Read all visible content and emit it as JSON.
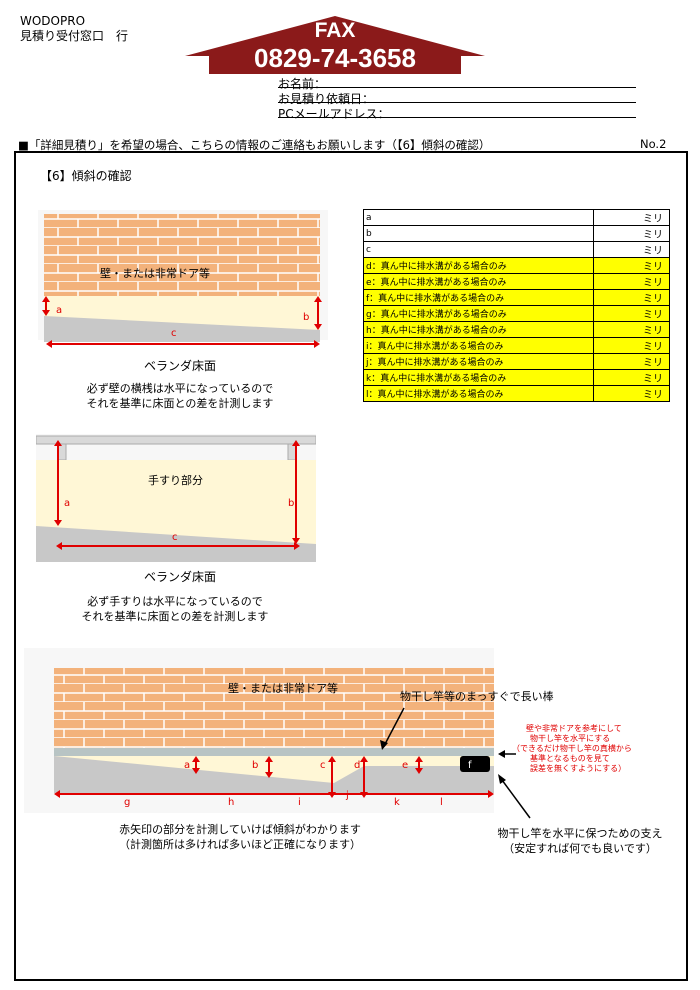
{
  "header": {
    "company": "WODOPRO",
    "recipient": "見積り受付窓口　行",
    "fax_label": "FAX",
    "fax_number": "0829-74-3658"
  },
  "form": {
    "name_label": "お名前：",
    "date_label": "お見積り依頼日：",
    "email_label": "PCメールアドレス："
  },
  "intro": "■「詳細見積り」を希望の場合、こちらの情報のご連絡もお願いします（【6】傾斜の確認）",
  "page_no": "No.2",
  "section_title": "【6】傾斜の確認",
  "diagram1": {
    "wall_label": "壁・または非常ドア等",
    "a": "a",
    "b": "b",
    "c": "c",
    "caption": "ベランダ床面",
    "note_line1": "必ず壁の横桟は水平になっているので",
    "note_line2": "それを基準に床面との差を計測します"
  },
  "diagram2": {
    "rail_label": "手すり部分",
    "a": "a",
    "b": "b",
    "c": "c",
    "caption": "ベランダ床面",
    "note_line1": "必ず手すりは水平になっているので",
    "note_line2": "それを基準に床面との差を計測します"
  },
  "diagram3": {
    "wall_label": "壁・または非常ドア等",
    "pole_label": "物干し竿等のまっすぐで長い棒",
    "red_note_line1": "壁や非常ドアを参考にして",
    "red_note_line2": "物干し竿を水平にする",
    "red_note_line3": "（できるだけ物干し竿の真横から",
    "red_note_line4": "基準となるものを見て",
    "red_note_line5": "誤差を無くすようにする）",
    "support_line1": "物干し竿を水平に保つための支え",
    "support_line2": "（安定すれば何でも良いです）",
    "bottom_line1": "赤矢印の部分を計測していけば傾斜がわかります",
    "bottom_line2": "（計測箇所は多ければ多いほど正確になります）",
    "letters": {
      "a": "a",
      "b": "b",
      "c": "c",
      "d": "d",
      "e": "e",
      "f": "f",
      "g": "g",
      "h": "h",
      "i": "i",
      "j": "j",
      "k": "k",
      "l": "l"
    }
  },
  "measure_table": [
    {
      "label": "a",
      "unit": "ミリ",
      "highlight": false
    },
    {
      "label": "b",
      "unit": "ミリ",
      "highlight": false
    },
    {
      "label": "c",
      "unit": "ミリ",
      "highlight": false
    },
    {
      "label": "d：真ん中に排水溝がある場合のみ",
      "unit": "ミリ",
      "highlight": true
    },
    {
      "label": "e：真ん中に排水溝がある場合のみ",
      "unit": "ミリ",
      "highlight": true
    },
    {
      "label": "f：真ん中に排水溝がある場合のみ",
      "unit": "ミリ",
      "highlight": true
    },
    {
      "label": "g：真ん中に排水溝がある場合のみ",
      "unit": "ミリ",
      "highlight": true
    },
    {
      "label": "h：真ん中に排水溝がある場合のみ",
      "unit": "ミリ",
      "highlight": true
    },
    {
      "label": "i：真ん中に排水溝がある場合のみ",
      "unit": "ミリ",
      "highlight": true
    },
    {
      "label": "j：真ん中に排水溝がある場合のみ",
      "unit": "ミリ",
      "highlight": true
    },
    {
      "label": "k：真ん中に排水溝がある場合のみ",
      "unit": "ミリ",
      "highlight": true
    },
    {
      "label": "l：真ん中に排水溝がある場合のみ",
      "unit": "ミリ",
      "highlight": true
    }
  ],
  "colors": {
    "fax_banner": "#8b1a1a",
    "highlight": "#ffff00",
    "arrow_red": "#e00000",
    "brick": "#f3b27b",
    "floor_cream": "#fff7d6",
    "floor_gray": "#c8c8c8"
  }
}
